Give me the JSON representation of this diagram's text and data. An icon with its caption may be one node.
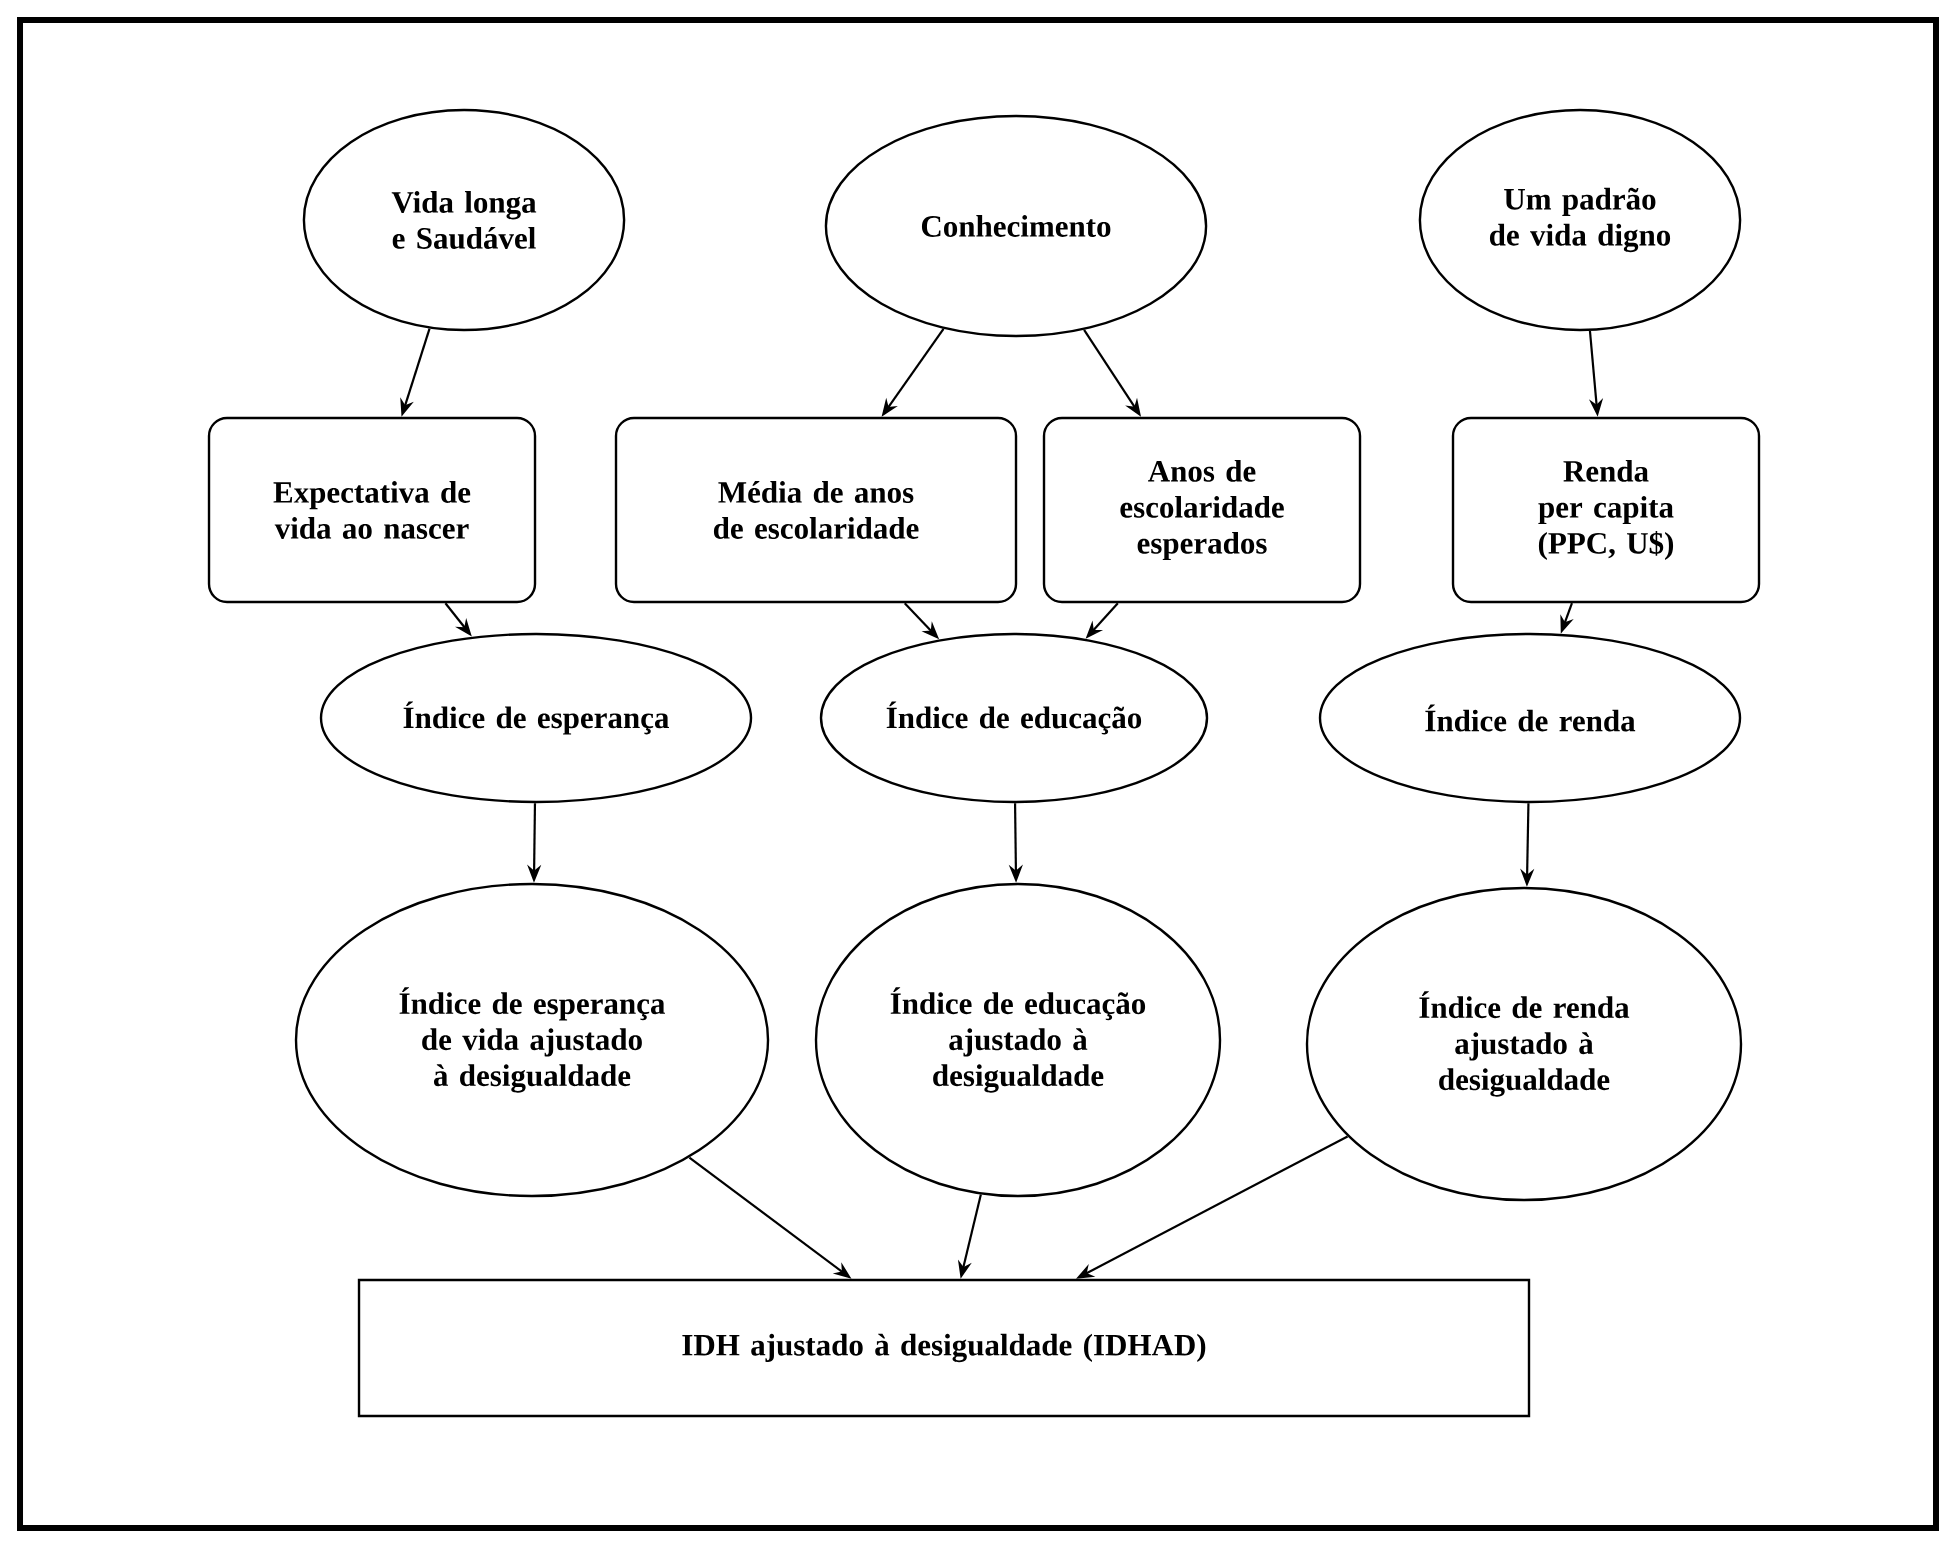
{
  "diagram": {
    "nodes": [
      {
        "text": [
          "Vida longa e Saudável"
        ]
      },
      {
        "text": [
          "Conhecimento"
        ]
      },
      {
        "text": [
          "Um padrão de vida digno"
        ]
      },
      {
        "text": [
          "Expectativa de vida ao nascer"
        ]
      },
      {
        "text": [
          "Média de anos de escolaridade"
        ]
      },
      {
        "text": [
          "Anos de escolaridade esperados"
        ]
      },
      {
        "text": [
          "Renda per capita (PPC, U$)"
        ]
      },
      {
        "text": [
          "Índice de esperança"
        ]
      },
      {
        "text": [
          "Índice de educação"
        ]
      },
      {
        "text": [
          "Índice de renda"
        ]
      },
      {
        "text": [
          "Índice de esperança de vida ajustado à desigualdade"
        ]
      },
      {
        "text": [
          "Índice de educação ajustado à desigualdade"
        ]
      },
      {
        "text": [
          "Índice de renda ajustado à desigualdade"
        ]
      },
      {
        "text": [
          "IDH ajustado à desigualdade (IDHAD)"
        ]
      }
    ],
    "edges": [
      {
        "from": 0,
        "to": 3,
        "arrow": "to"
      },
      {
        "from": 1,
        "to": 4,
        "arrow": "to"
      },
      {
        "from": 1,
        "to": 5,
        "arrow": "to"
      },
      {
        "from": 2,
        "to": 6,
        "arrow": "to"
      },
      {
        "from": 3,
        "to": 7,
        "arrow": "to"
      },
      {
        "from": 4,
        "to": 8,
        "arrow": "to"
      },
      {
        "from": 5,
        "to": 8,
        "arrow": "to"
      },
      {
        "from": 6,
        "to": 9,
        "arrow": "to"
      },
      {
        "from": 7,
        "to": 10,
        "arrow": "to"
      },
      {
        "from": 8,
        "to": 11,
        "arrow": "to"
      },
      {
        "from": 9,
        "to": 12,
        "arrow": "to"
      },
      {
        "from": 10,
        "to": 13,
        "arrow": "to"
      },
      {
        "from": 11,
        "to": 13,
        "arrow": "to"
      },
      {
        "from": 12,
        "to": 13,
        "arrow": "to"
      }
    ]
  }
}
